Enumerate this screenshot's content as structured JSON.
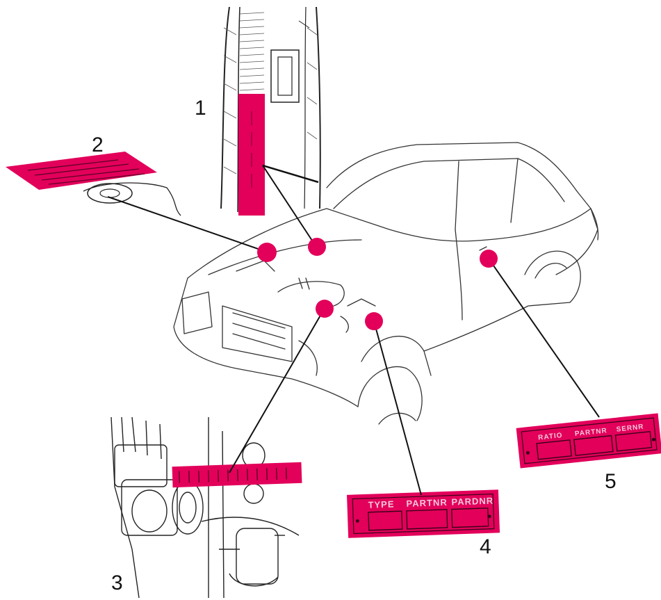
{
  "colors": {
    "marker": "#e2005a",
    "line_art": "#222222",
    "background": "#ffffff"
  },
  "callouts": [
    {
      "id": "1",
      "number": "1"
    },
    {
      "id": "2",
      "number": "2"
    },
    {
      "id": "3",
      "number": "3"
    },
    {
      "id": "4",
      "number": "4"
    },
    {
      "id": "5",
      "number": "5"
    }
  ],
  "plate4": {
    "labels": [
      "TYPE",
      "PARTNR",
      "PARDNR"
    ]
  },
  "plate5": {
    "labels": [
      "RATIO",
      "PARTNR",
      "SERNR"
    ]
  }
}
